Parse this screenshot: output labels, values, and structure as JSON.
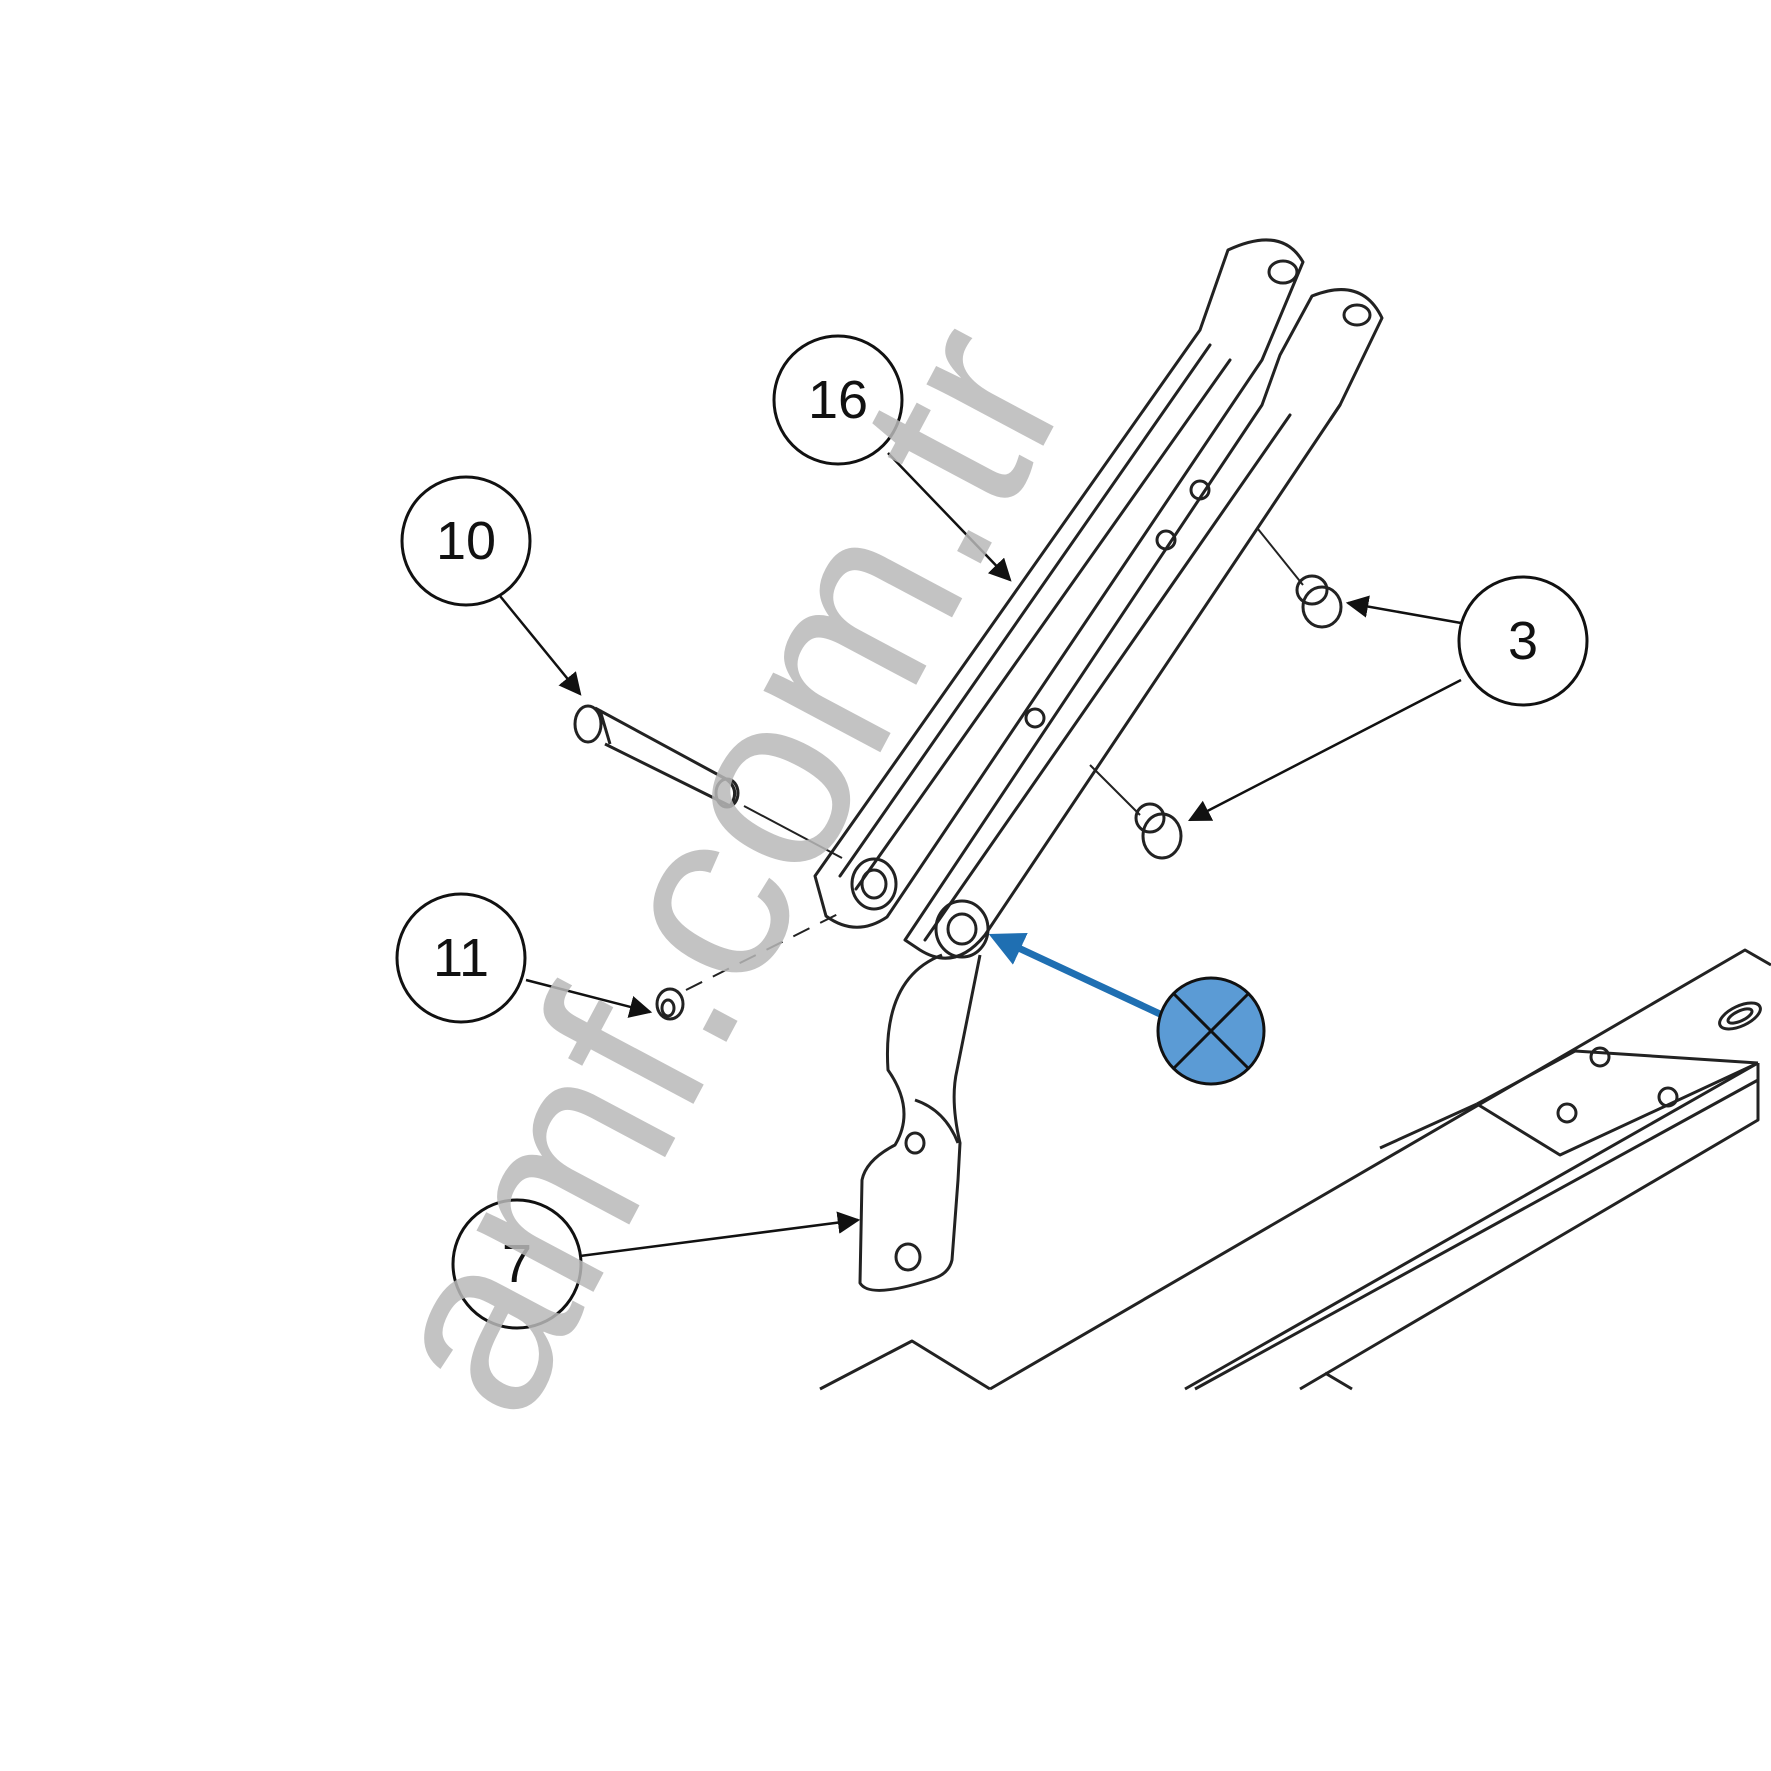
{
  "diagram": {
    "callouts": [
      {
        "id": "16",
        "label": "16"
      },
      {
        "id": "10",
        "label": "10"
      },
      {
        "id": "3",
        "label": "3"
      },
      {
        "id": "11",
        "label": "11"
      },
      {
        "id": "7",
        "label": "7"
      }
    ],
    "marker": {
      "icon": "crossed-circle-icon",
      "color": "#5b9bd5",
      "arrow_color": "#1f6fb2"
    },
    "watermark": "amf.com.tr"
  }
}
